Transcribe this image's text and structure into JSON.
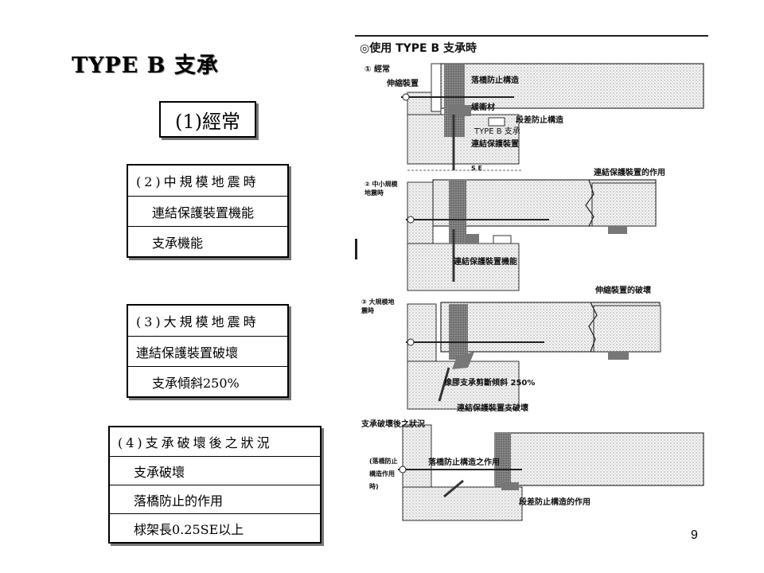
{
  "title": "TYPE B 支承",
  "section1": "(1)經常",
  "section2": {
    "header": "(2)中規模地震時",
    "rows": [
      "連結保護裝置機能",
      "支承機能"
    ]
  },
  "section3": {
    "header": "(3)大規模地震時",
    "rows": [
      "連結保護裝置破壞",
      "支承傾斜250%"
    ]
  },
  "section4": {
    "header": "(4)支承破壞後之狀況",
    "rows": [
      "支承破壞",
      "落橋防止的作用",
      "梂架長0.25SE以上"
    ]
  },
  "page_number": "9",
  "diagram": {
    "heading": "◎使用 TYPE B 支承時",
    "case1": "① 經常",
    "case1_labels": [
      "伸縮裝置",
      "落橋防止構造",
      "緩衝材",
      "段差防止構造",
      "TYPE B 支承",
      "連結保護裝置",
      "S E"
    ],
    "case2": "② 中小規模地震時",
    "case2_labels": [
      "連結保護裝置的作用",
      "連結保護裝置機能"
    ],
    "case3": "③ 大規模地震時",
    "case3_labels": [
      "伸縮裝置的破壞",
      "橡膠支承剪斷傾斜 250%",
      "連結保護裝置支破壞"
    ],
    "case4": "支承破壞後之狀況",
    "case4_side": "(落橋防止構造作用時)",
    "case4_labels": [
      "落橋防止構造之作用",
      "段差防止構造的作用"
    ]
  }
}
